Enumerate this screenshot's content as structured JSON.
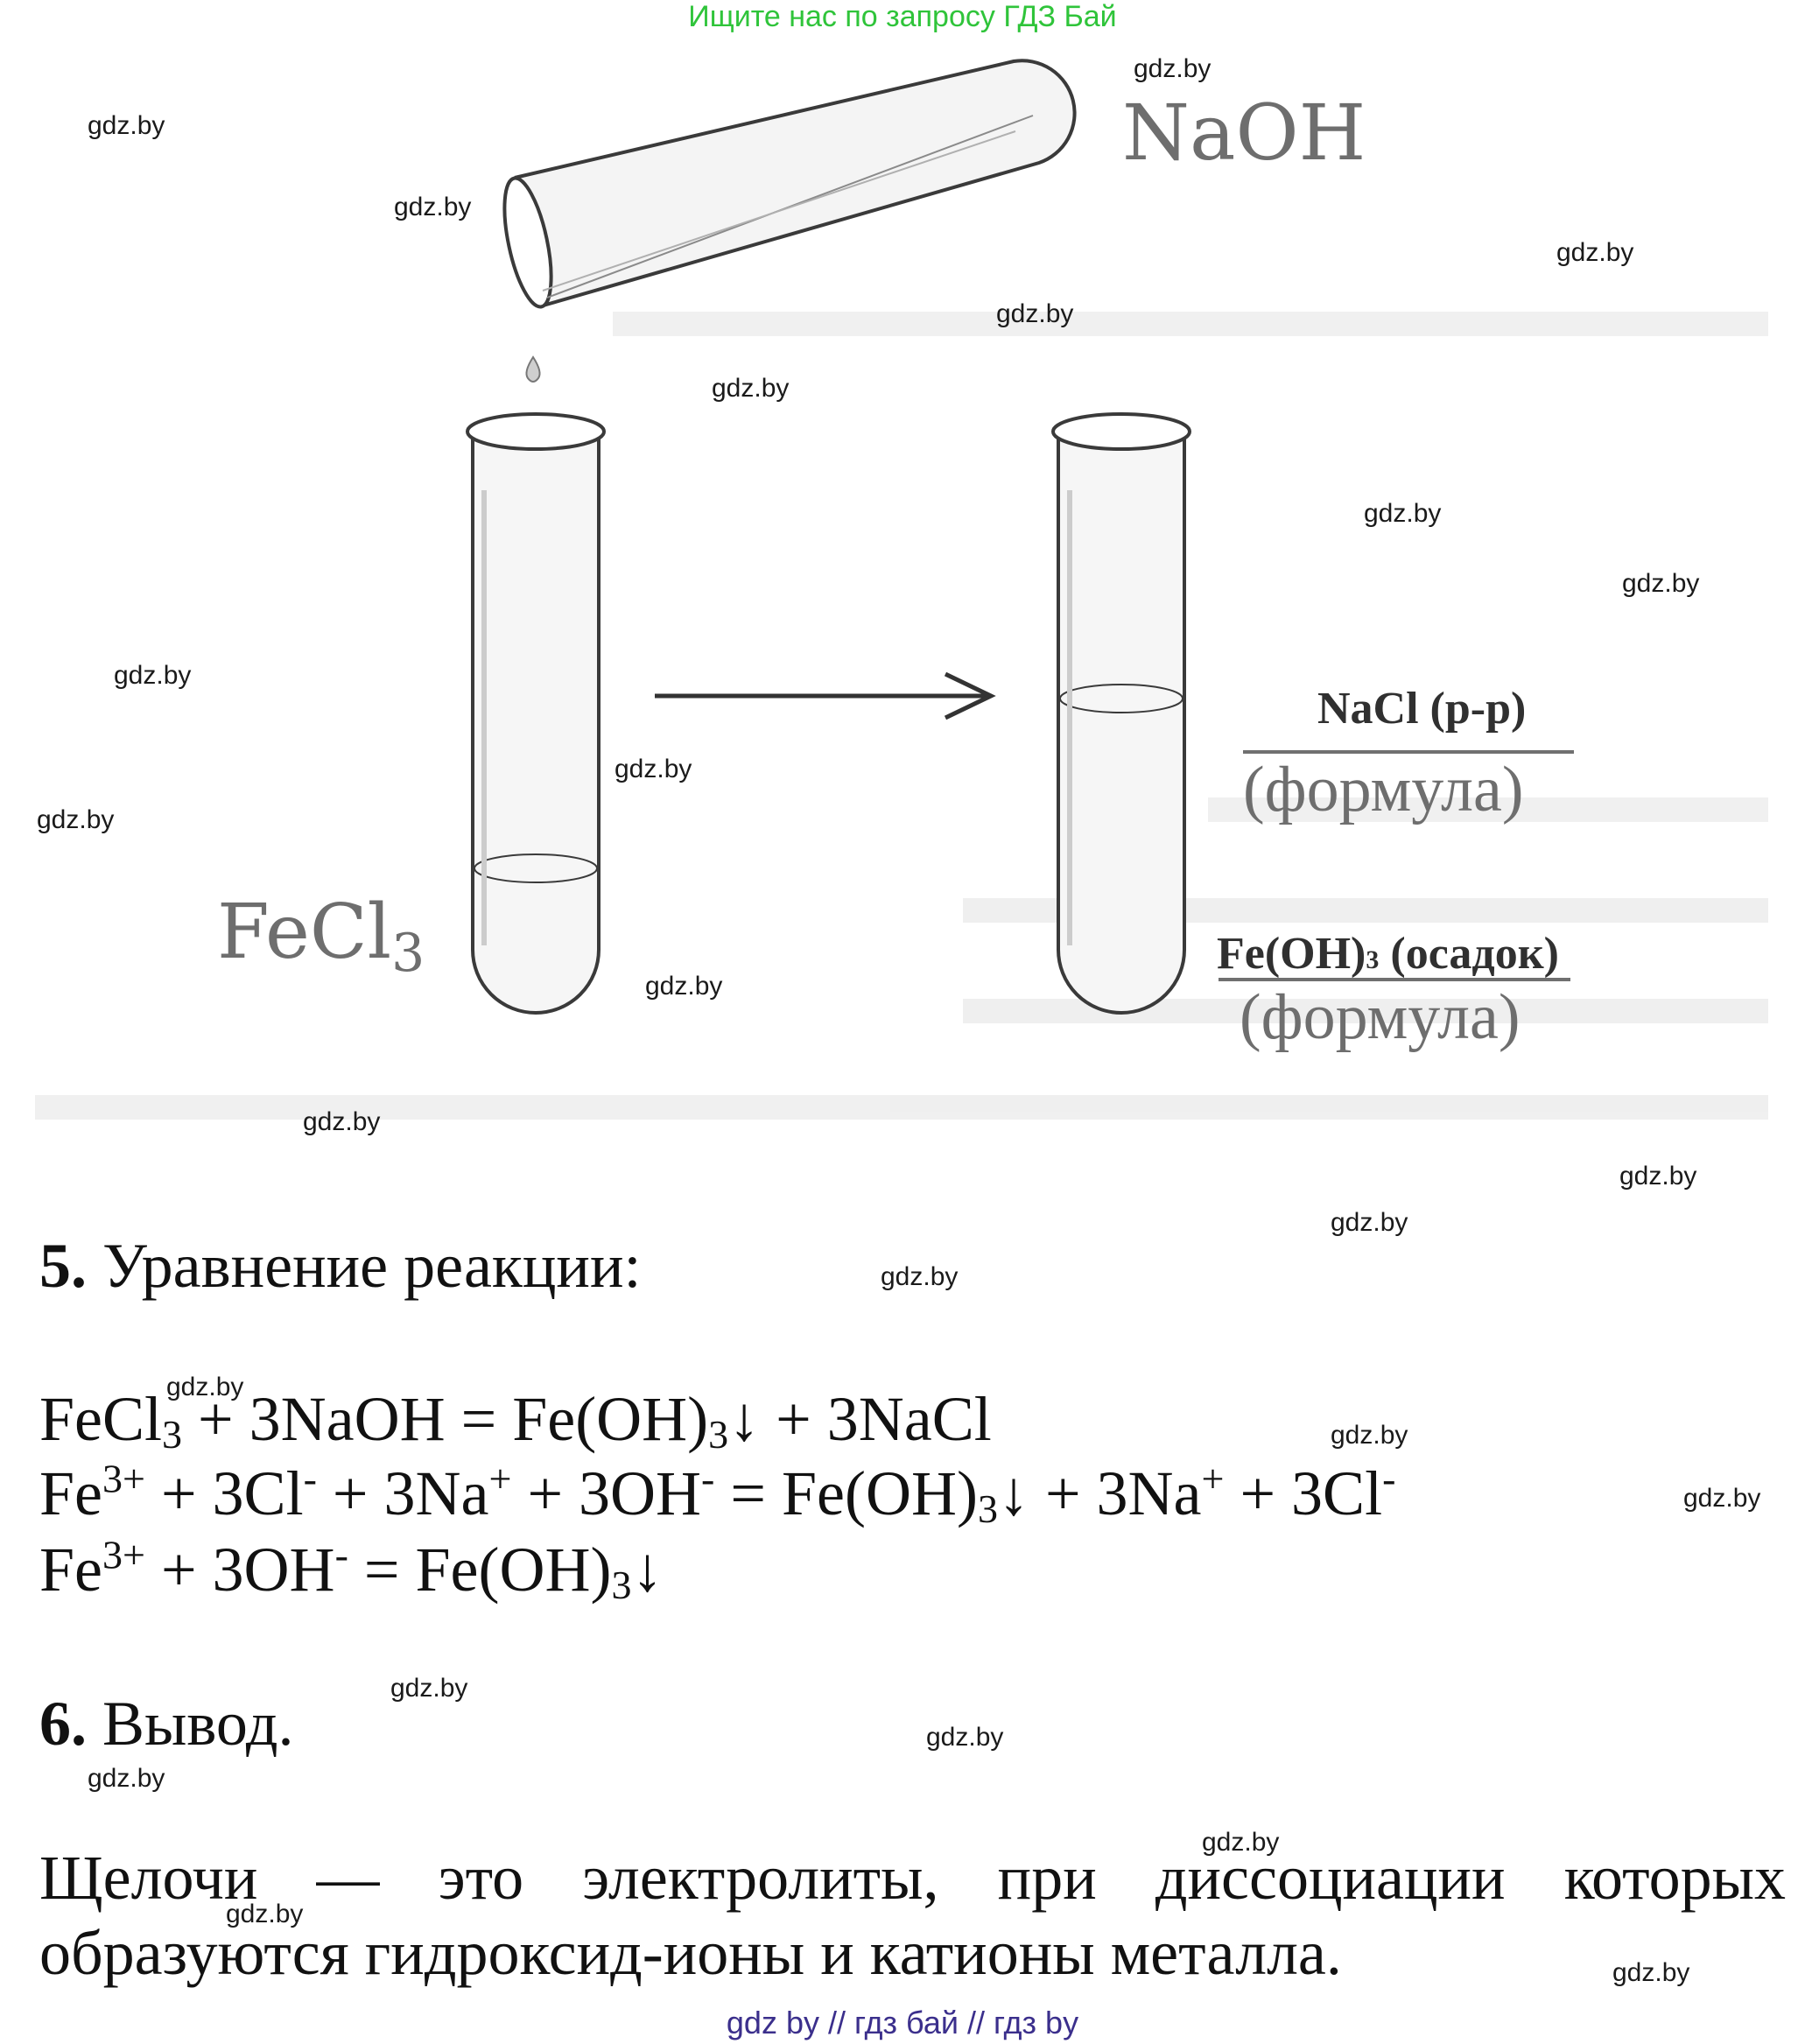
{
  "banner_top": "Ищите нас по запросу ГДЗ Бай",
  "banner_bottom": [
    "gdz by",
    "//",
    "гдз бай",
    "//",
    "гдз by"
  ],
  "watermark_text": "gdz.by",
  "diagram": {
    "reagent_top": "NaOH",
    "reagent_left_main": "FeCl",
    "reagent_left_sub": "3",
    "product_1": "NaCl (р-р)",
    "product_1_note": "(формула)",
    "product_2_main": "Fe(OH)",
    "product_2_sub": "3",
    "product_2_tail": " (осадок)",
    "product_2_note": "(формула)"
  },
  "section5": {
    "number": "5.",
    "title": "Уравнение реакции:"
  },
  "equations": {
    "eq1": {
      "a": "FeCl",
      "a_sub": "3",
      "b": " + 3NaOH = Fe(OH)",
      "b_sub": "3",
      "c": "↓ + 3NaCl"
    },
    "eq2": {
      "a": "Fe",
      "a_sup": "3+",
      "b": " + 3Cl",
      "b_sup": "-",
      "c": " + 3Na",
      "c_sup": "+",
      "d": " + 3OH",
      "d_sup": "-",
      "e": " = Fe(OH)",
      "e_sub": "3",
      "f": "↓ + 3Na",
      "f_sup": "+",
      "g": " + 3Cl",
      "g_sup": "-"
    },
    "eq3": {
      "a": "Fe",
      "a_sup": "3+",
      "b": " + 3OH",
      "b_sup": "-",
      "c": " = Fe(OH)",
      "c_sub": "3",
      "d": "↓"
    }
  },
  "section6": {
    "number": "6.",
    "title": "Вывод."
  },
  "conclusion": "Щелочи — это электролиты, при диссоциации которых образуются гидроксид-ионы и катионы металла."
}
